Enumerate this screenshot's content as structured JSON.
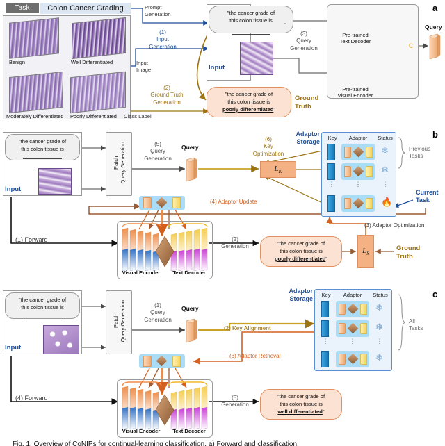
{
  "figure": {
    "panels": [
      "a",
      "b",
      "c"
    ],
    "caption": "Fig. 1. Overview of CoNIPs for continual-learning classification. a) Forward and classification."
  },
  "panel_a": {
    "letter": "a",
    "task_badge": "Task",
    "task_title": "Colon Cancer Grading",
    "classes": [
      {
        "label": "Benign"
      },
      {
        "label": "Well Differentiated"
      },
      {
        "label": "Moderately Differentiated"
      },
      {
        "label": "Poorly Differentiated"
      }
    ],
    "edges": {
      "prompt_generation": "Prompt\nGeneration",
      "input_image": "Input\nImage",
      "class_label": "Class Label"
    },
    "steps": {
      "s1": "(1)\nInput\nGeneration",
      "s2": "(2)\nGround Truth\nGeneration",
      "s3": "(3)\nQuery\nGeneration"
    },
    "prompt_text_line1": "\"the cancer grade of",
    "prompt_text_line2": "this colon tissue is",
    "prompt_text_quote": "\"",
    "input_label": "Input",
    "ground_truth_line1": "\"the cancer grade of",
    "ground_truth_line2": "this colon tissue is",
    "ground_truth_answer": "poorly differentiated",
    "ground_truth_label": "Ground\nTruth",
    "text_decoder_label": "Pre-trained\nText Decoder",
    "visual_encoder_label": "Pre-trained\nVisual Encoder",
    "concat_symbol": "C",
    "query_label": "Query"
  },
  "panel_b": {
    "letter": "b",
    "prompt_text_line1": "\"the cancer grade of",
    "prompt_text_line2": "this colon tissue is",
    "input_label": "Input",
    "patch_query_generation": "Patch\nQuery Generation",
    "steps": {
      "s1": "(1) Forward",
      "s2": "(2)\nGeneration",
      "s3": "(3) Adaptor Optimization",
      "s4": "(4) Adaptor Update",
      "s5": "(5)\nQuery\nGeneration",
      "s6": "(6)\nKey\nOptimization"
    },
    "query_label": "Query",
    "key_loss": "L",
    "key_loss_sub": "K",
    "sem_loss": "L",
    "sem_loss_sub": "S",
    "generation_line1": "\"the cancer grade of",
    "generation_line2": "this colon tissue is",
    "generation_answer": "poorly differentiated",
    "ground_truth_label": "Ground\nTruth",
    "visual_encoder_label": "Visual Encoder",
    "text_decoder_label": "Text Decoder",
    "storage": {
      "title": "Adaptor\nStorage",
      "headers": [
        "Key",
        "Adaptor",
        "Status"
      ],
      "rows": [
        {
          "status": "frozen"
        },
        {
          "status": "frozen"
        },
        {
          "status": "ellipsis"
        },
        {
          "status": "trainable"
        }
      ],
      "previous_tasks_label": "Previous\nTasks",
      "current_task_label": "Current\nTask"
    }
  },
  "panel_c": {
    "letter": "c",
    "prompt_text_line1": "\"the cancer grade of",
    "prompt_text_line2": "this colon tissue is",
    "input_label": "Input",
    "patch_query_generation": "Patch\nQuery Generation",
    "steps": {
      "s1": "(1)\nQuery\nGeneration",
      "s2": "(2) Key Alignment",
      "s3": "(3) Adaptor Retrieval",
      "s4": "(4) Forward",
      "s5": "(5)\nGeneration"
    },
    "query_label": "Query",
    "generation_line1": "\"the cancer grade of",
    "generation_line2": "this colon tissue is",
    "generation_answer": "well differentiated",
    "visual_encoder_label": "Visual Encoder",
    "text_decoder_label": "Text Decoder",
    "storage": {
      "title": "Adaptor\nStorage",
      "headers": [
        "Key",
        "Adaptor",
        "Status"
      ],
      "rows": [
        {
          "status": "frozen"
        },
        {
          "status": "frozen"
        },
        {
          "status": "ellipsis"
        },
        {
          "status": "frozen"
        }
      ],
      "all_tasks_label": "All\nTasks"
    }
  },
  "colors": {
    "blue_accent": "#1f4e99",
    "gold_accent": "#9c7413",
    "orange_accent": "#d4601f",
    "storage_blue": "#5b8fd4",
    "adaptor_row_bg": "#aadcf5",
    "loss_bg": "#f4b183",
    "task_badge_bg": "#6e6e6e",
    "task_title_bg": "#dce6f2"
  }
}
